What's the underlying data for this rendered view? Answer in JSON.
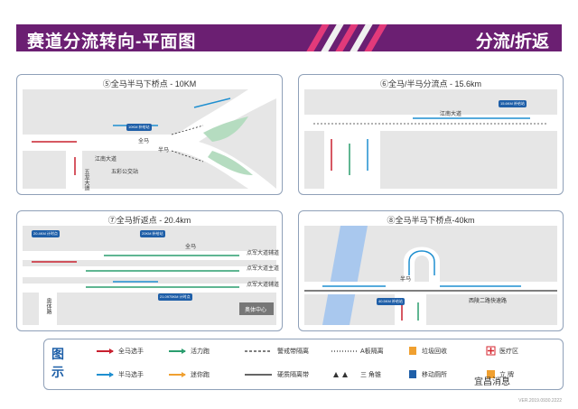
{
  "header": {
    "title": "赛道分流转向-平面图",
    "subtitle": "分流/折返"
  },
  "panels": [
    {
      "title": "⑤全马半马下桥点 - 10KM",
      "labels": [
        "江南大道",
        "全马",
        "半马",
        "五彩公交站",
        "五龙大道"
      ],
      "badge": "10KM 补给站"
    },
    {
      "title": "⑥全马/半马分流点 - 15.6km",
      "labels": [
        "江南大道"
      ],
      "badge": "15.6KM 补给站"
    },
    {
      "title": "⑦全马折返点 - 20.4km",
      "labels": [
        "全马",
        "点军大道辅道",
        "点军大道主道",
        "点军大道辅道",
        "奥体中心",
        "奥体路"
      ],
      "badges": [
        "20.4KM 计时点",
        "20KM 补给站",
        "21.0975KM 计时点"
      ]
    },
    {
      "title": "⑧全马半马下桥点-40km",
      "labels": [
        "半马",
        "西陵二路快速路"
      ],
      "badge": "40.5KM 补给站"
    }
  ],
  "legend": {
    "heading": "图示",
    "items": [
      {
        "label": "全马选手",
        "color": "#c8202f"
      },
      {
        "label": "活力跑",
        "color": "#2a9d6e"
      },
      {
        "label": "警戒带隔离",
        "color": "#333333"
      },
      {
        "label": "A板隔离",
        "color": "#333333"
      },
      {
        "label": "垃圾回收",
        "color": "#f0a030"
      },
      {
        "label": "医疗区",
        "color": "#d6262f"
      },
      {
        "label": "半马选手",
        "color": "#1f8fd0"
      },
      {
        "label": "迷你跑",
        "color": "#f0a030"
      },
      {
        "label": "硬质隔离带",
        "color": "#333333"
      },
      {
        "label": "三 角锥",
        "color": "#333333"
      },
      {
        "label": "移动厕所",
        "color": "#1f5fa8"
      },
      {
        "label": "立 牌",
        "color": "#f0a030"
      }
    ]
  },
  "watermark": "宜昌消息",
  "footer": "VER.2019.0930.2222"
}
